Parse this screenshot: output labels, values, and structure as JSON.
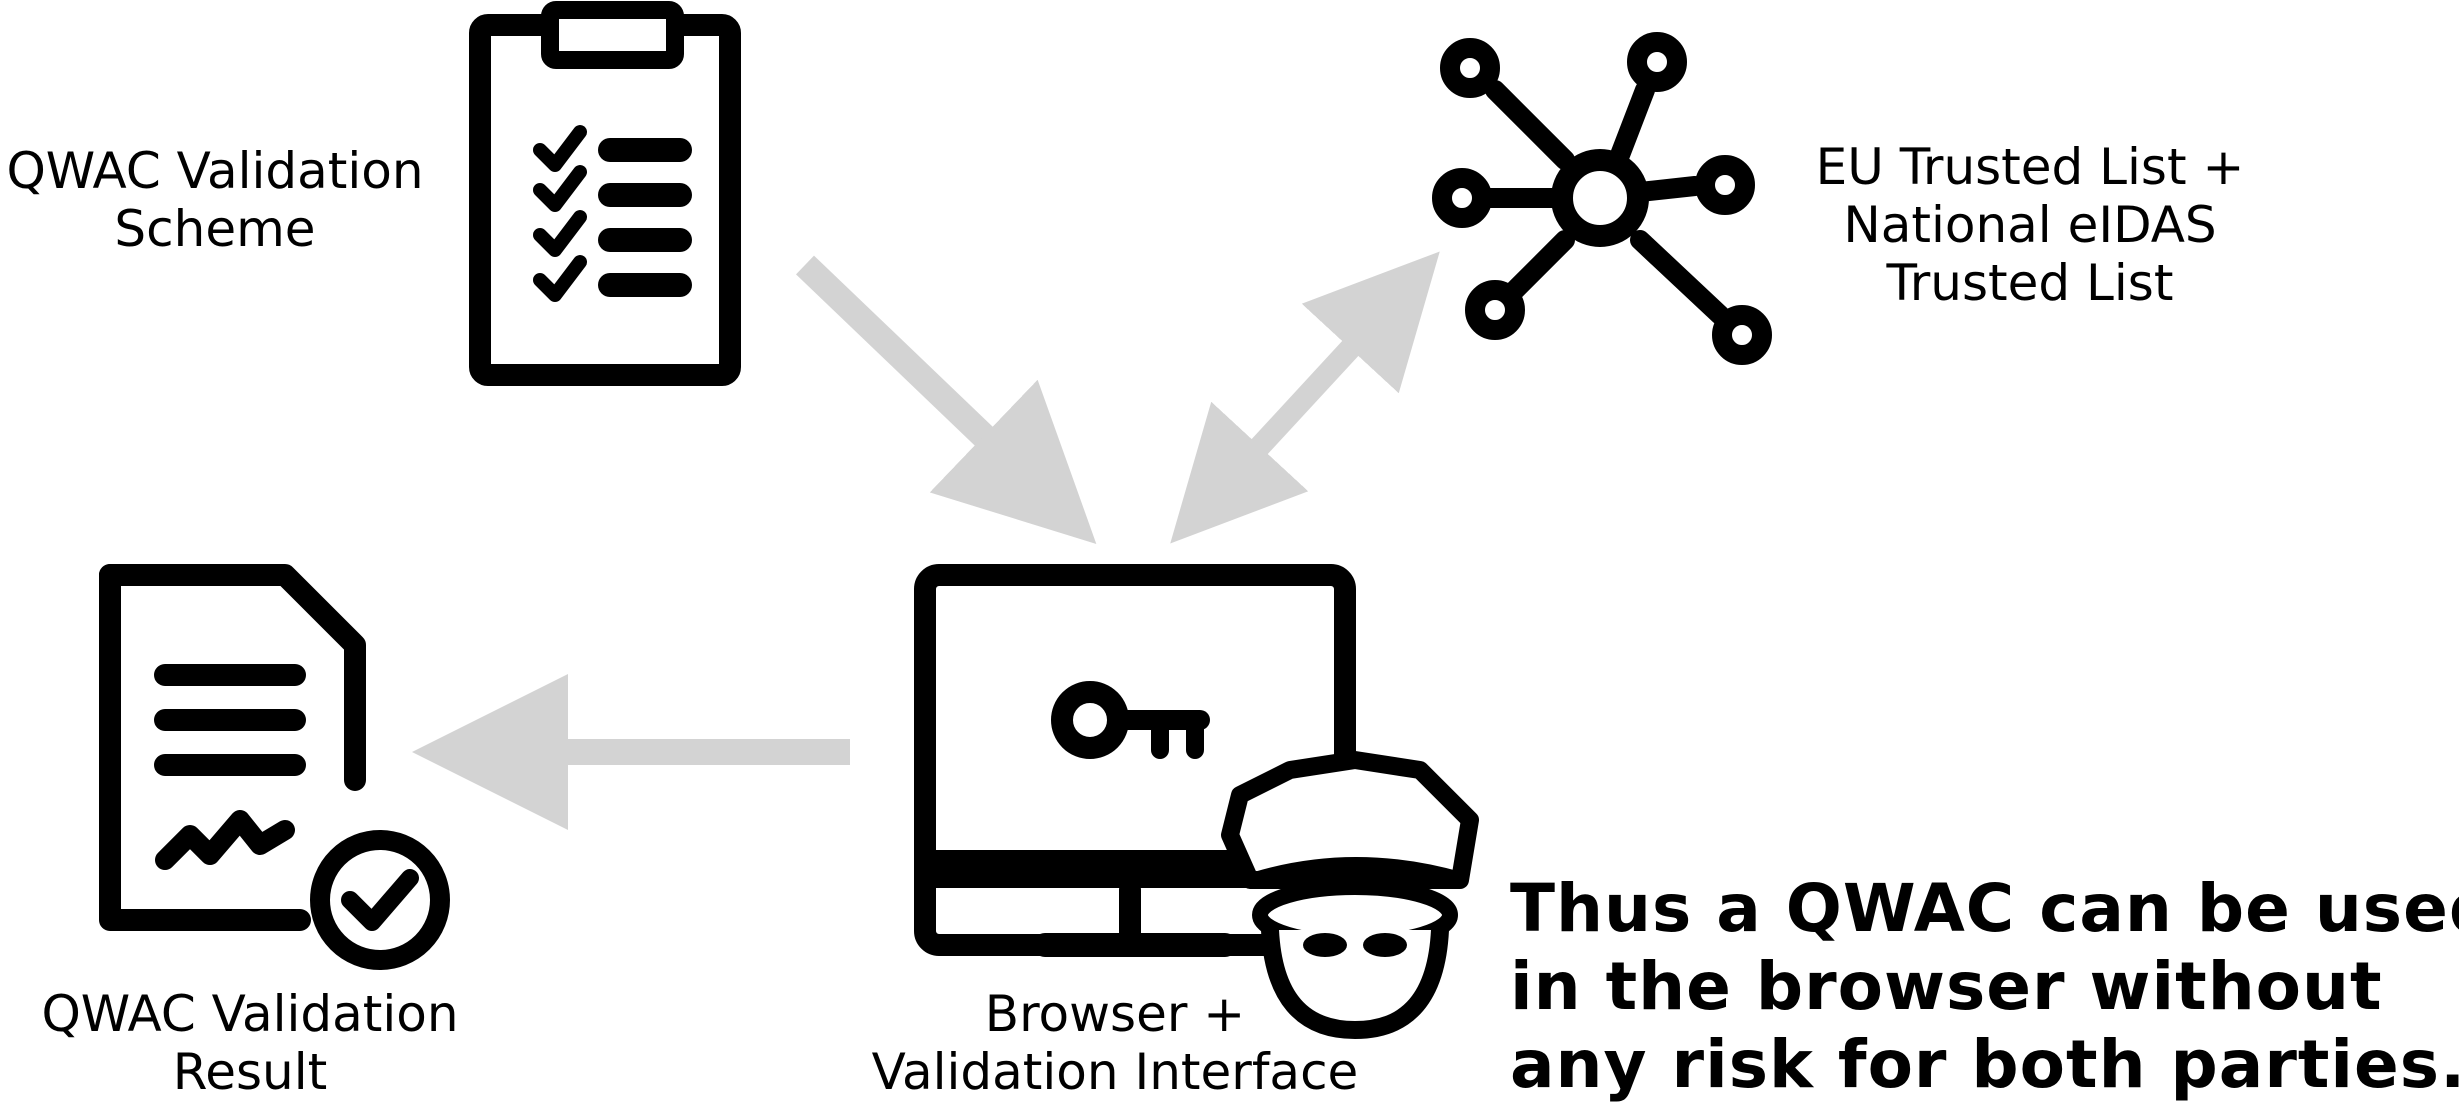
{
  "nodes": {
    "scheme": {
      "label_lines": [
        "QWAC Validation",
        "Scheme"
      ],
      "icon": "clipboard-checklist-icon"
    },
    "trusted_list": {
      "label_lines": [
        "EU Trusted List +",
        "National eIDAS",
        "Trusted List"
      ],
      "icon": "network-hub-icon"
    },
    "browser": {
      "label_lines": [
        "Browser +",
        "Validation Interface"
      ],
      "icon": "monitor-key-icon",
      "badge_icon": "inspector-officer-icon"
    },
    "result": {
      "label_lines": [
        "QWAC Validation",
        "Result"
      ],
      "icon": "signed-document-check-icon"
    }
  },
  "arrows": [
    {
      "from": "scheme",
      "to": "browser",
      "direction": "one-way"
    },
    {
      "from": "browser",
      "to": "trusted_list",
      "direction": "two-way"
    },
    {
      "from": "browser",
      "to": "result",
      "direction": "one-way"
    }
  ],
  "conclusion_lines": [
    "Thus a QWAC can be used",
    "in the browser without",
    "any risk for both parties."
  ],
  "colors": {
    "icon": "#000000",
    "arrow": "#d3d3d3",
    "background": "#ffffff"
  }
}
